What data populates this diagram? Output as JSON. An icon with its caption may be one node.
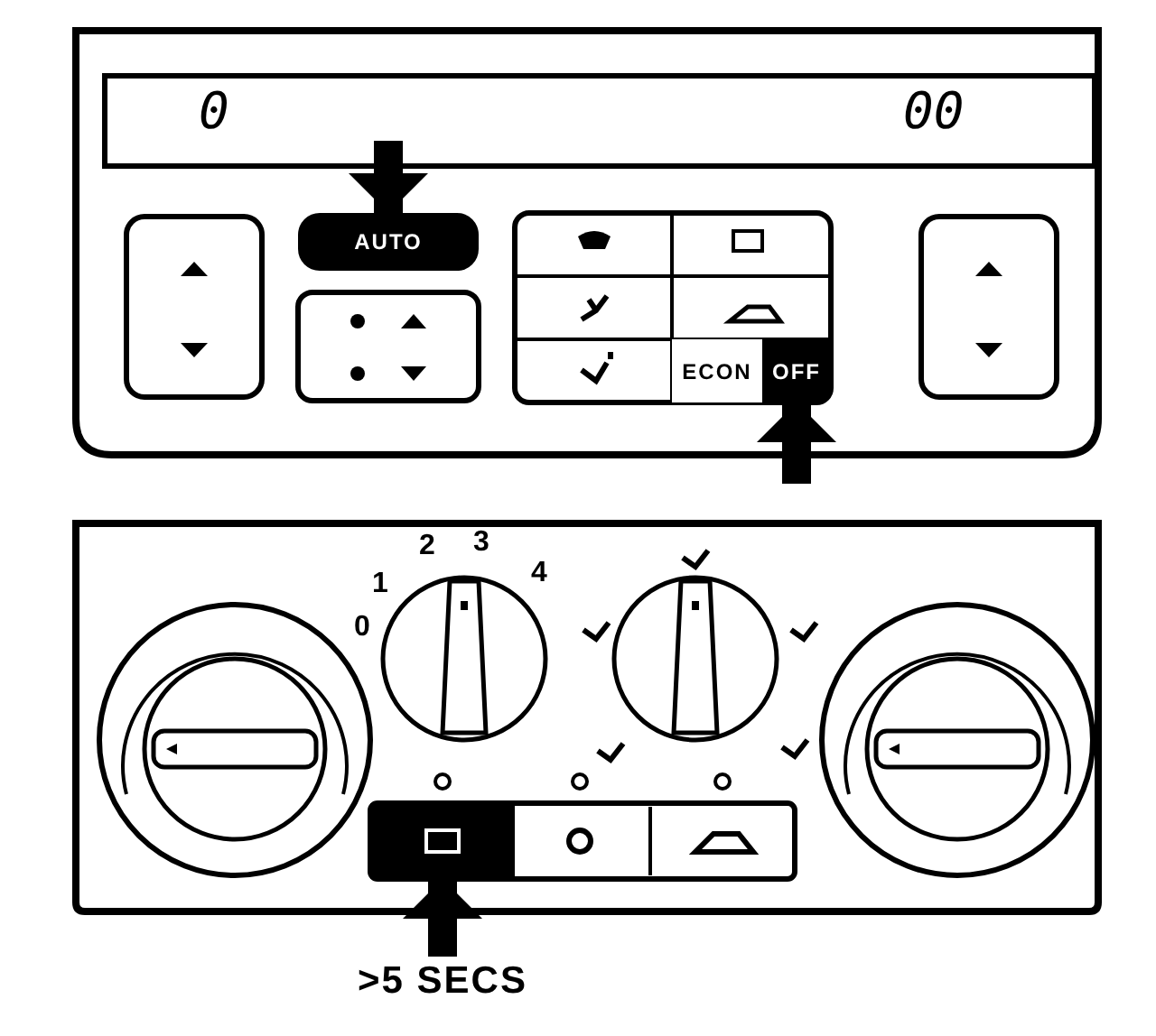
{
  "diagram": {
    "nodes": [
      {
        "text": [
          "AUTO"
        ]
      },
      {
        "text": [
          "ECON"
        ]
      },
      {
        "text": [
          "OFF"
        ]
      },
      {
        "text": [],
        "shape": "box"
      },
      {
        "text": [
          ">5 SECS"
        ]
      }
    ],
    "edges": [
      {
        "from": null,
        "to": 0,
        "arrow": "to"
      },
      {
        "from": null,
        "to": 2,
        "arrow": "to"
      },
      {
        "from": 4,
        "to": 3,
        "arrow": "to"
      }
    ],
    "labels": [
      "0",
      "00",
      "0",
      "1",
      "2",
      "3",
      "4"
    ]
  }
}
